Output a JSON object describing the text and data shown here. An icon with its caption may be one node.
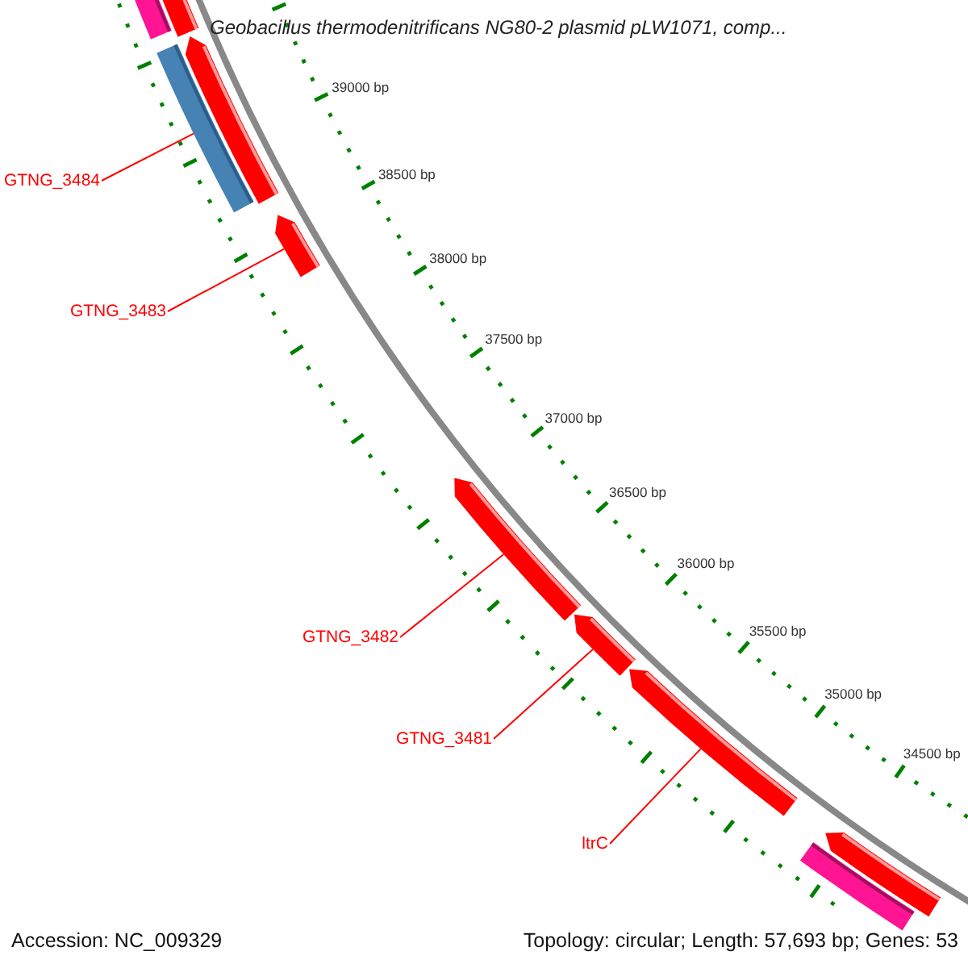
{
  "diagram": {
    "title": "Geobacillus thermodenitrificans NG80-2 plasmid pLW1071, comp...",
    "nodes": [
      {
        "text": [],
        "shape": "bar"
      },
      {
        "text": [],
        "shape": "bar"
      },
      {
        "text": [],
        "shape": "bar"
      },
      {
        "text": [],
        "shape": "bar"
      },
      {
        "text": [
          "GTNG_3484"
        ]
      },
      {
        "text": [],
        "shape": "bar"
      },
      {
        "text": [
          "GTNG_3483"
        ]
      },
      {
        "text": [],
        "shape": "bar"
      },
      {
        "text": [
          "GTNG_3482"
        ]
      },
      {
        "text": [],
        "shape": "bar"
      },
      {
        "text": [
          "GTNG_3481"
        ]
      },
      {
        "text": [],
        "shape": "bar"
      },
      {
        "text": [
          "ltrC"
        ]
      },
      {
        "text": [],
        "shape": "bar"
      },
      {
        "text": [],
        "shape": "bar"
      }
    ],
    "edges": [
      {
        "from": 4,
        "to": 2,
        "arrow": "none"
      },
      {
        "from": 6,
        "to": 5,
        "arrow": "none"
      },
      {
        "from": 8,
        "to": 7,
        "arrow": "none"
      },
      {
        "from": 10,
        "to": 9,
        "arrow": "none"
      },
      {
        "from": 12,
        "to": 11,
        "arrow": "none"
      }
    ],
    "labels": [
      "39000 bp",
      "38500 bp",
      "38000 bp",
      "37500 bp",
      "37000 bp",
      "36500 bp",
      "36000 bp",
      "35500 bp",
      "35000 bp",
      "34500 bp",
      "Accession: NC_009329",
      "Topology: circular; Length: 57,693 bp; Genes: 53"
    ]
  }
}
